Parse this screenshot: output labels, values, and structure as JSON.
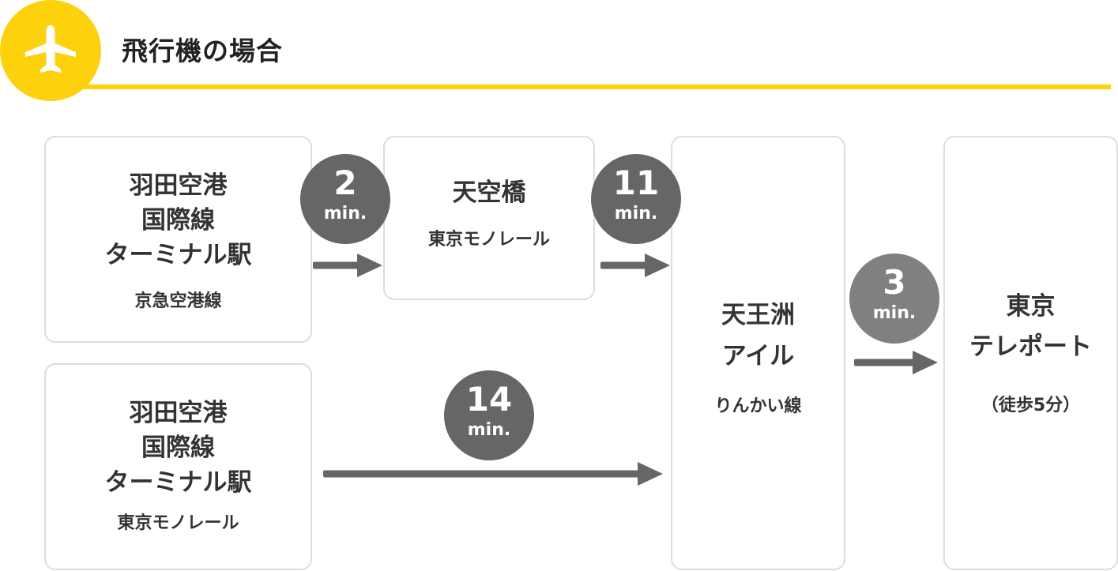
{
  "header": {
    "title": "飛行機の場合",
    "icon": "airplane-icon",
    "accent_color": "#fdd10c"
  },
  "stations": {
    "haneda_keikyu": {
      "lines": [
        "羽田空港",
        "国際線",
        "ターミナル駅"
      ],
      "line_name": "京急空港線"
    },
    "haneda_monorail": {
      "lines": [
        "羽田空港",
        "国際線",
        "ターミナル駅"
      ],
      "line_name": "東京モノレール"
    },
    "tenkubashi": {
      "name": "天空橋",
      "line_name": "東京モノレール"
    },
    "tennozu": {
      "lines": [
        "天王洲",
        "アイル"
      ],
      "line_name": "りんかい線"
    },
    "teleport": {
      "lines": [
        "東京",
        "テレポート"
      ],
      "note": "（徒歩5分）"
    }
  },
  "durations": {
    "haneda_to_tenkubashi": {
      "value": "2",
      "unit": "min.",
      "color": "#666666"
    },
    "tenkubashi_to_tennozu": {
      "value": "11",
      "unit": "min.",
      "color": "#666666"
    },
    "haneda_to_tennozu": {
      "value": "14",
      "unit": "min.",
      "color": "#666666"
    },
    "tennozu_to_teleport": {
      "value": "3",
      "unit": "min.",
      "color": "#808080"
    }
  }
}
